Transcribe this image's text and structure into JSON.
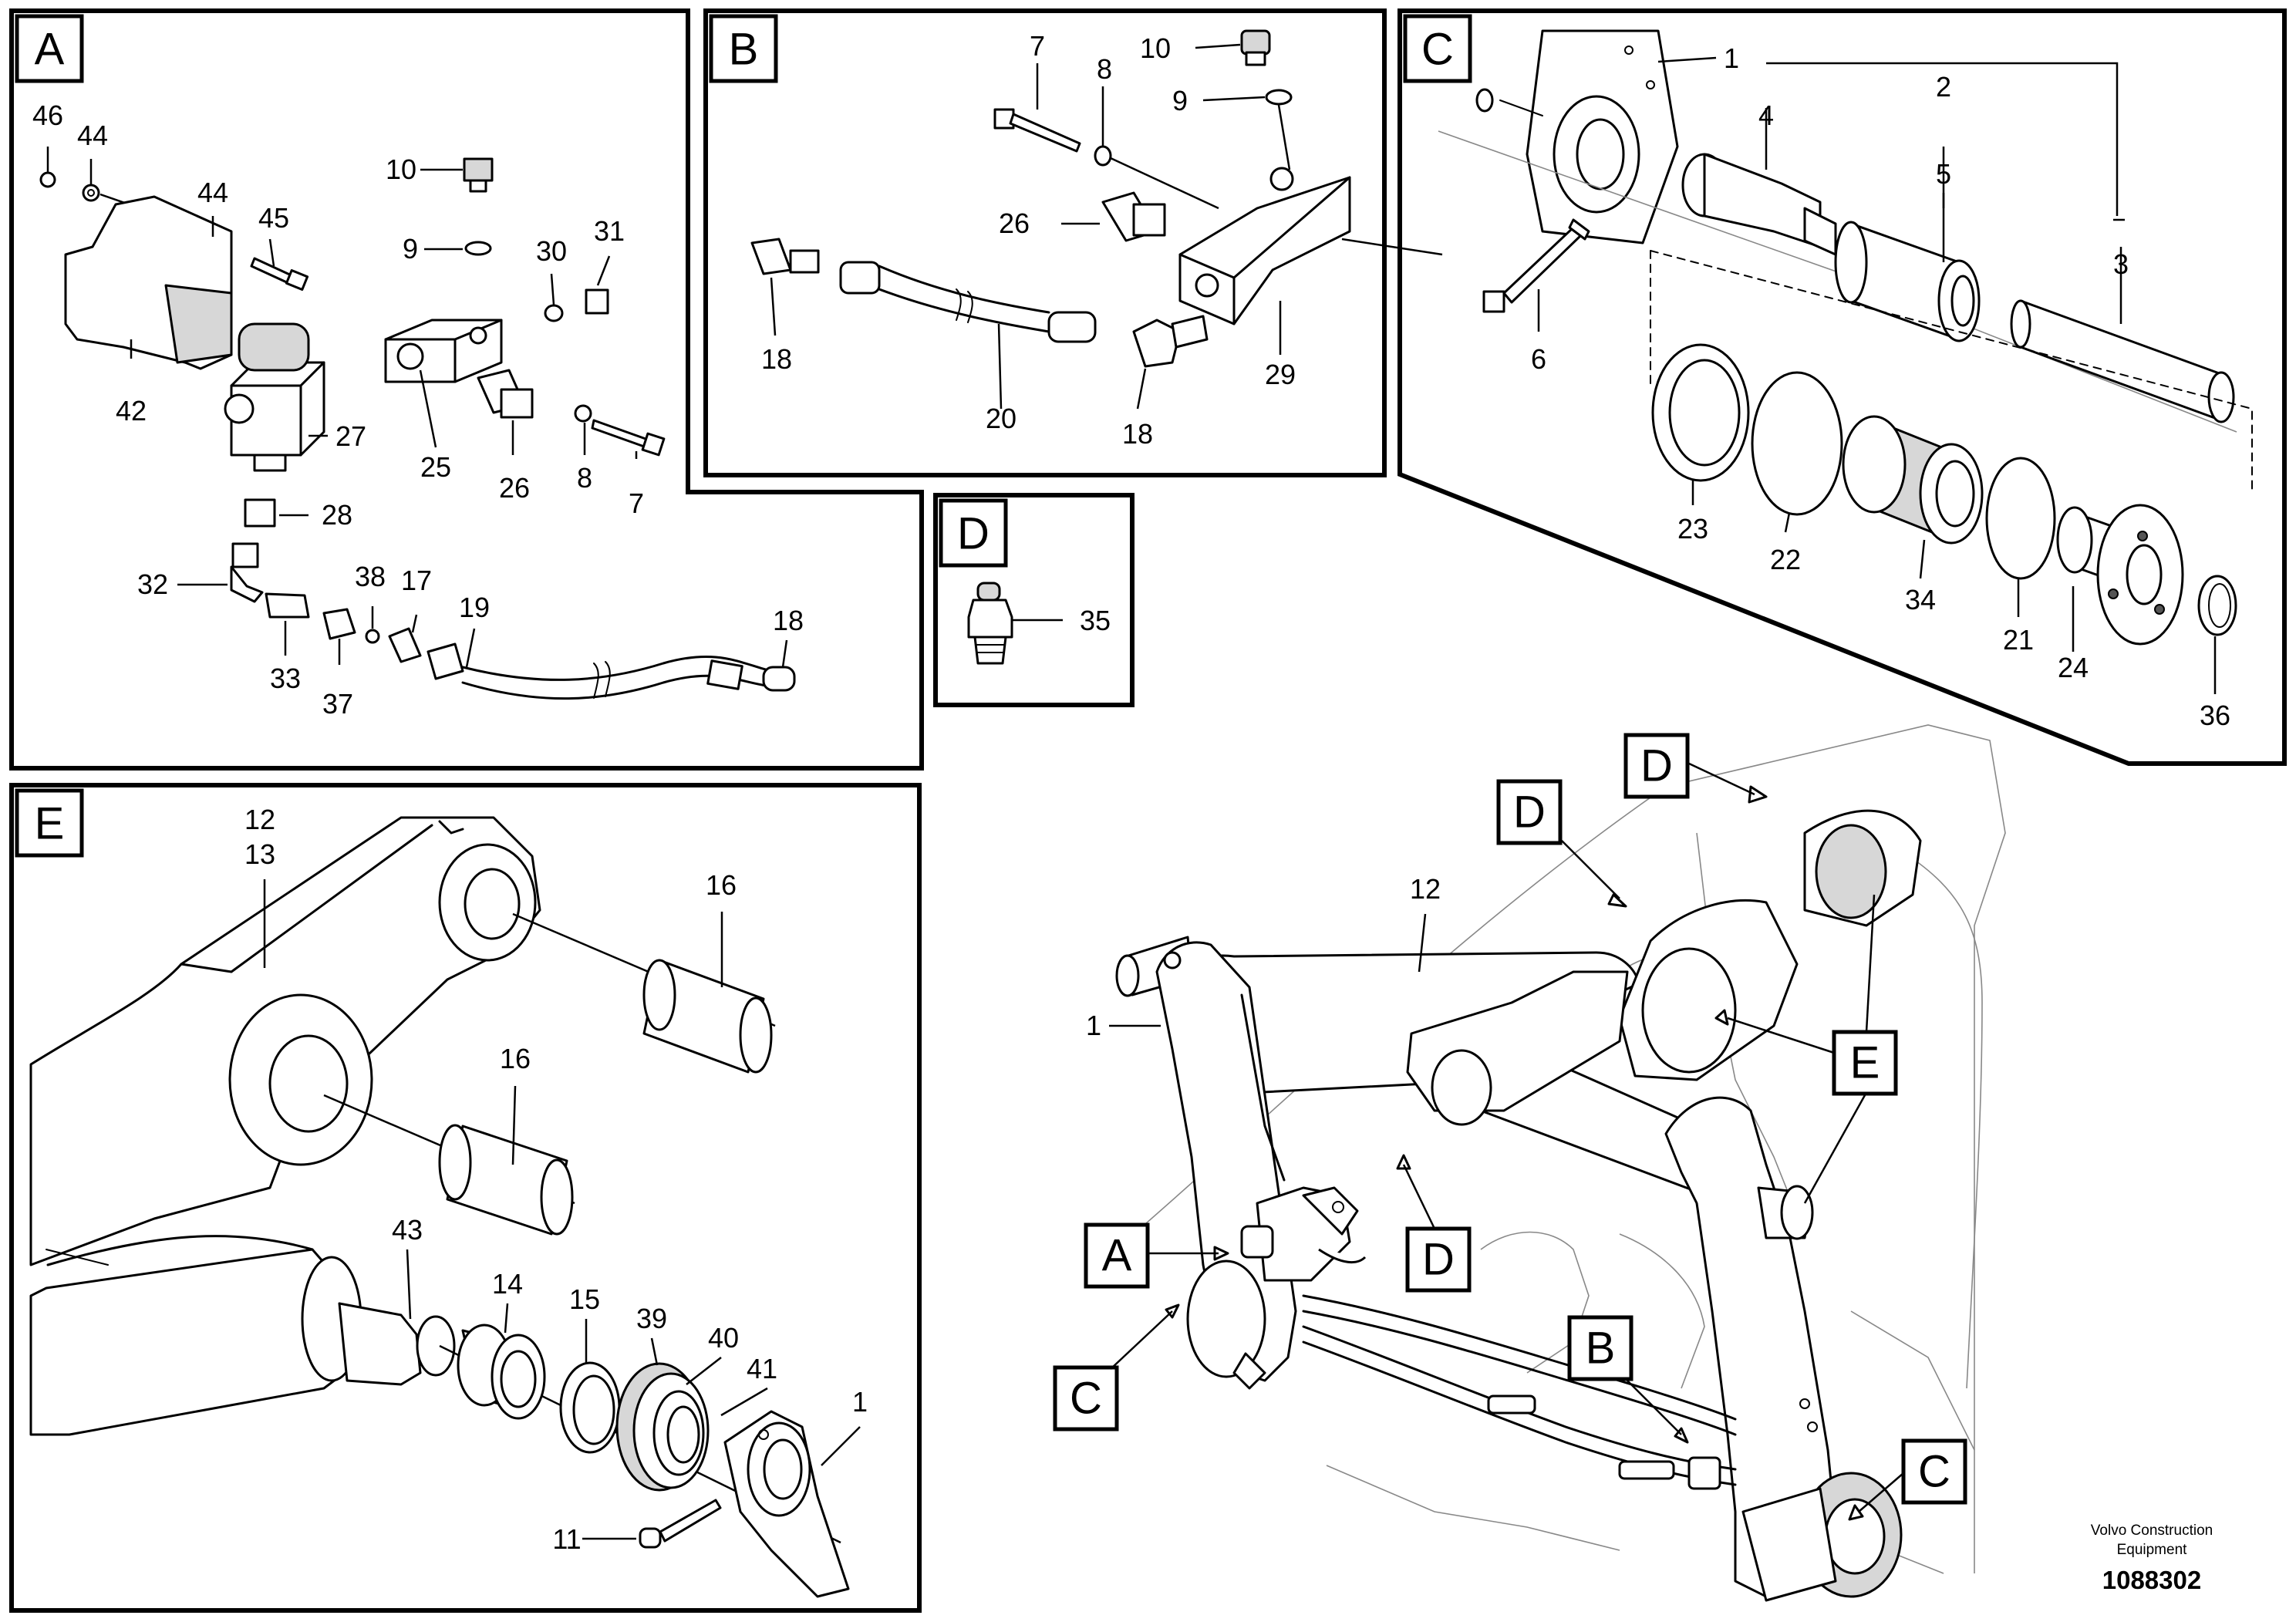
{
  "panels": {
    "A": {
      "label": "A",
      "callouts": [
        "46",
        "44",
        "44",
        "45",
        "42",
        "10",
        "9",
        "30",
        "31",
        "27",
        "25",
        "26",
        "8",
        "7",
        "28",
        "32",
        "38",
        "17",
        "19",
        "18",
        "33",
        "37"
      ]
    },
    "B": {
      "label": "B",
      "callouts": [
        "7",
        "8",
        "10",
        "9",
        "26",
        "18",
        "20",
        "18",
        "29"
      ]
    },
    "C": {
      "label": "C",
      "callouts": [
        "1",
        "2",
        "4",
        "5",
        "3",
        "6",
        "23",
        "22",
        "34",
        "21",
        "24",
        "36"
      ]
    },
    "D": {
      "label": "D",
      "callouts": [
        "35"
      ]
    },
    "E": {
      "label": "E",
      "callouts": [
        "12",
        "13",
        "16",
        "16",
        "43",
        "14",
        "15",
        "39",
        "40",
        "41",
        "1",
        "11"
      ]
    }
  },
  "overview": {
    "callouts": [
      "12",
      "1"
    ],
    "tags": [
      "D",
      "D",
      "E",
      "D",
      "A",
      "B",
      "C",
      "C"
    ]
  },
  "publisher": {
    "line1": "Volvo Construction",
    "line2": "Equipment",
    "doc_number": "1088302"
  }
}
